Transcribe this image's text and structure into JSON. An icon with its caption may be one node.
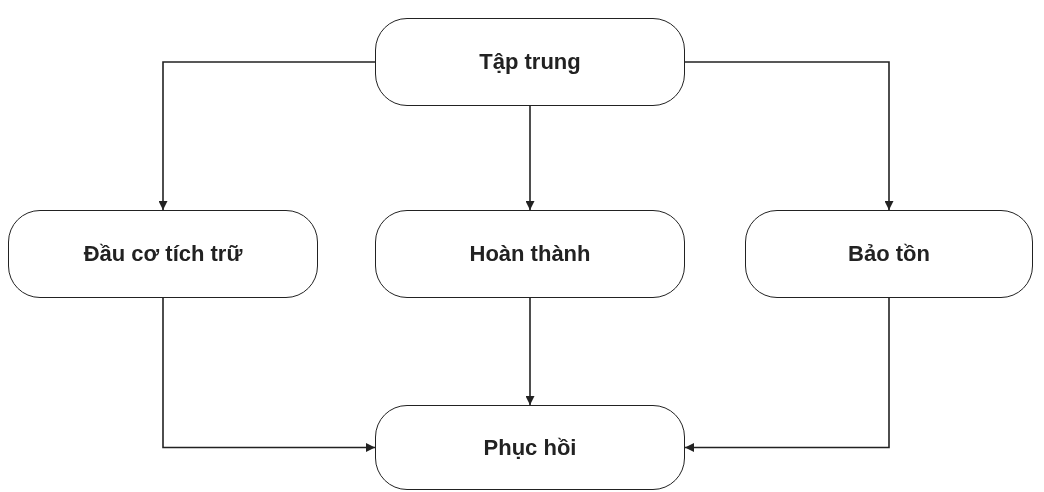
{
  "diagram": {
    "nodes": [
      {
        "text": [
          "Tập trung"
        ]
      },
      {
        "text": [
          "Đầu cơ tích trữ"
        ]
      },
      {
        "text": [
          "Hoàn thành"
        ]
      },
      {
        "text": [
          "Bảo tồn"
        ]
      },
      {
        "text": [
          "Phục hồi"
        ]
      }
    ],
    "edges": [
      {
        "from": 0,
        "to": 1,
        "arrow": "to"
      },
      {
        "from": 0,
        "to": 2,
        "arrow": "to"
      },
      {
        "from": 0,
        "to": 3,
        "arrow": "to"
      },
      {
        "from": 1,
        "to": 4,
        "arrow": "to"
      },
      {
        "from": 2,
        "to": 4,
        "arrow": "to"
      },
      {
        "from": 3,
        "to": 4,
        "arrow": "to"
      }
    ]
  }
}
